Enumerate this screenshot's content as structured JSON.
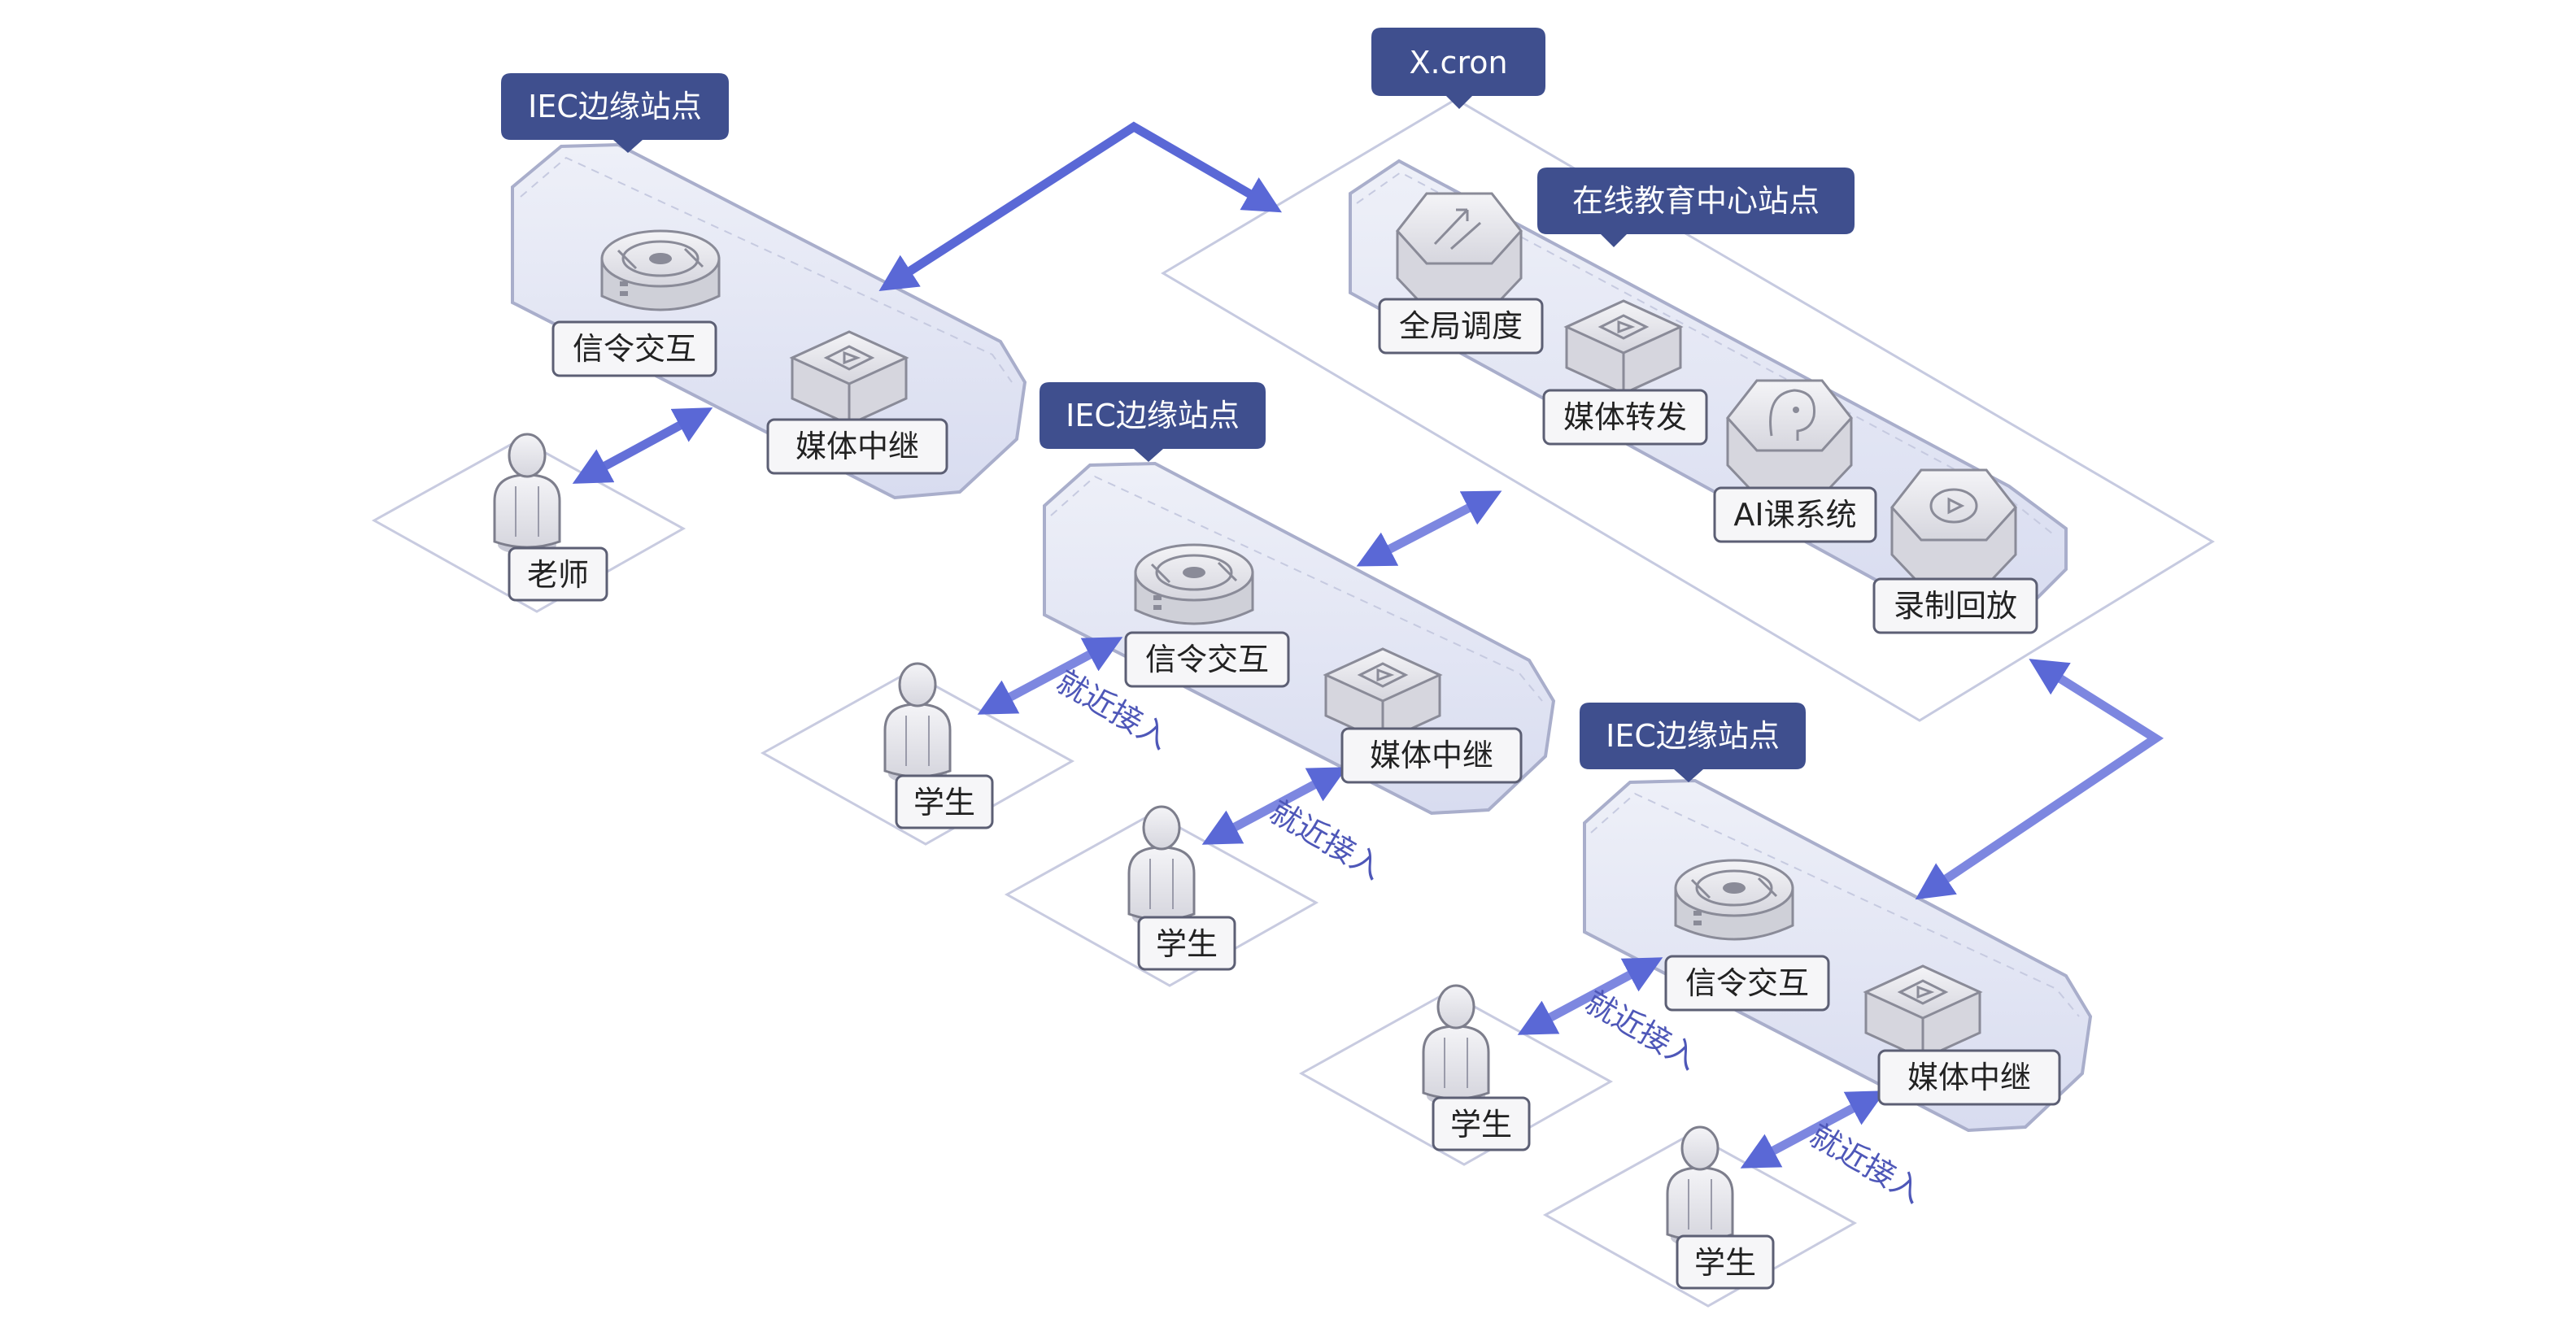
{
  "colors": {
    "tag_bg": "#3f4f8e",
    "arrow": "#5a68d6",
    "zone_stroke": "#b9bfd8",
    "floor_stroke": "#c8cbe0",
    "lane_fill": "#dfe3f3",
    "device_face": "#e4e4ea"
  },
  "tags": {
    "xcron": "X.cron",
    "iec_top": "IEC边缘站点",
    "iec_mid": "IEC边缘站点",
    "iec_bottom": "IEC边缘站点",
    "center": "在线教育中心站点"
  },
  "devices": {
    "top_signal": "信令交互",
    "top_relay": "媒体中继",
    "mid_signal": "信令交互",
    "mid_relay": "媒体中继",
    "bot_signal": "信令交互",
    "bot_relay": "媒体中继",
    "global_dispatch": "全局调度",
    "media_forward": "媒体转发",
    "ai_class": "AI课系统",
    "record_playback": "录制回放"
  },
  "people": {
    "teacher": "老师",
    "student_1": "学生",
    "student_2": "学生",
    "student_3": "学生",
    "student_4": "学生"
  },
  "arrow_labels": {
    "access_1": "就近接入",
    "access_2": "就近接入",
    "access_3": "就近接入",
    "access_4": "就近接入"
  },
  "icons": {
    "signal": "signal-disc-icon",
    "relay": "media-relay-icon",
    "dispatch": "dispatch-arrows-icon",
    "forward": "media-forward-icon",
    "ai": "ai-head-icon",
    "record": "record-playback-icon",
    "person": "person-icon"
  }
}
